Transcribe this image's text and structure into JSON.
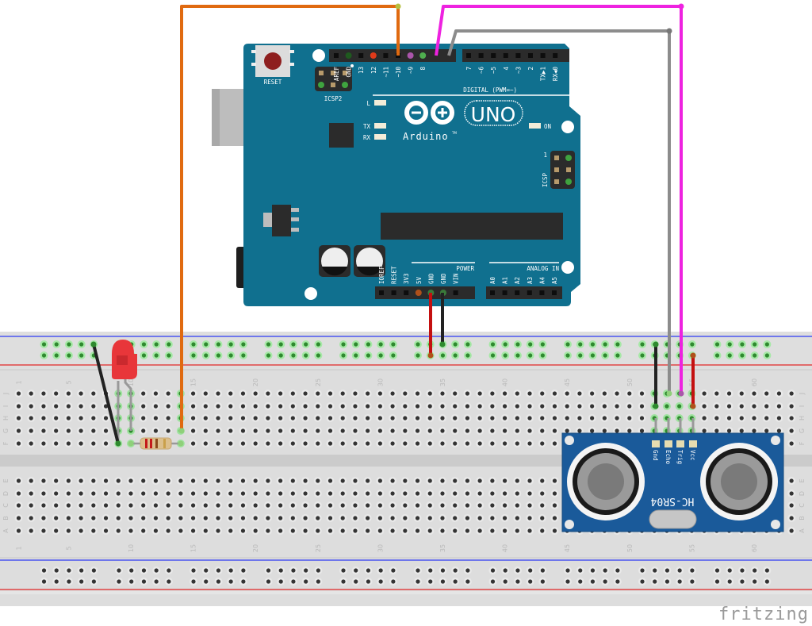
{
  "app": {
    "watermark": "fritzing"
  },
  "colors": {
    "board_blue": "#10708f",
    "header_black": "#2b2b2b",
    "breadboard_bg": "#dddddd",
    "rail_blue": "#4a55f0",
    "rail_red": "#e04545",
    "wire_orange": "#e06a10",
    "wire_magenta": "#ee22e0",
    "wire_gray": "#8c8c8c",
    "wire_red": "#c41010",
    "wire_black": "#222222",
    "sensor_blue": "#1a5a9a",
    "led_red": "#e8363a"
  },
  "arduino": {
    "reset_label": "RESET",
    "icsp2_label": "ICSP2",
    "icsp_label": "ICSP",
    "icsp_pin1": "1",
    "digital_header_title": "DIGITAL (PWM=~)",
    "digital_pins_left": [
      "AREF",
      "GND",
      "13",
      "12",
      "~11",
      "~10",
      "~9",
      "8"
    ],
    "digital_pins_right": [
      "7",
      "~6",
      "~5",
      "4",
      "~3",
      "2",
      "TX▶1",
      "RX◀0"
    ],
    "led_labels": [
      "L",
      "TX",
      "RX"
    ],
    "on_label": "ON",
    "logo_text": "Arduino",
    "trademark": "TM",
    "model_badge": "UNO",
    "power_header_title": "POWER",
    "power_pins": [
      "IOREF",
      "RESET",
      "3V3",
      "5V",
      "GND",
      "GND",
      "VIN"
    ],
    "analog_header_title": "ANALOG IN",
    "analog_pins": [
      "A0",
      "A1",
      "A2",
      "A3",
      "A4",
      "A5"
    ]
  },
  "breadboard": {
    "row_labels_top": [
      "J",
      "I",
      "H",
      "G",
      "F"
    ],
    "row_labels_bottom": [
      "E",
      "D",
      "C",
      "B",
      "A"
    ],
    "column_numbers": [
      "1",
      "5",
      "10",
      "15",
      "20",
      "25",
      "30",
      "35",
      "40",
      "45",
      "50",
      "55",
      "60"
    ],
    "column_count": 63
  },
  "sensor": {
    "model": "HC-SR04",
    "pins": [
      "Gnd",
      "Echo",
      "Trig",
      "Vcc"
    ]
  },
  "connections": [
    {
      "from": "Arduino pin 12",
      "to": "Breadboard G14",
      "color": "orange"
    },
    {
      "from": "Arduino pin ~9",
      "to": "HC-SR04 Trig (J54)",
      "color": "magenta"
    },
    {
      "from": "Arduino pin 8",
      "to": "HC-SR04 Echo (J53)",
      "color": "gray"
    },
    {
      "from": "Arduino 5V",
      "to": "Top power rail (+)",
      "color": "red"
    },
    {
      "from": "Arduino GND",
      "to": "Top power rail (-)",
      "color": "black"
    },
    {
      "from": "Top power rail (-)",
      "to": "Breadboard F9 (LED cathode)",
      "color": "black"
    },
    {
      "from": "Top power rail (-)",
      "to": "HC-SR04 Gnd (I52)",
      "color": "black"
    },
    {
      "from": "Top power rail (+)",
      "to": "HC-SR04 Vcc (I55)",
      "color": "red"
    }
  ],
  "components": [
    {
      "name": "LED",
      "color": "red",
      "pins": [
        "col 9",
        "col 10"
      ]
    },
    {
      "name": "Resistor",
      "pins": [
        "F10",
        "F14"
      ]
    }
  ]
}
